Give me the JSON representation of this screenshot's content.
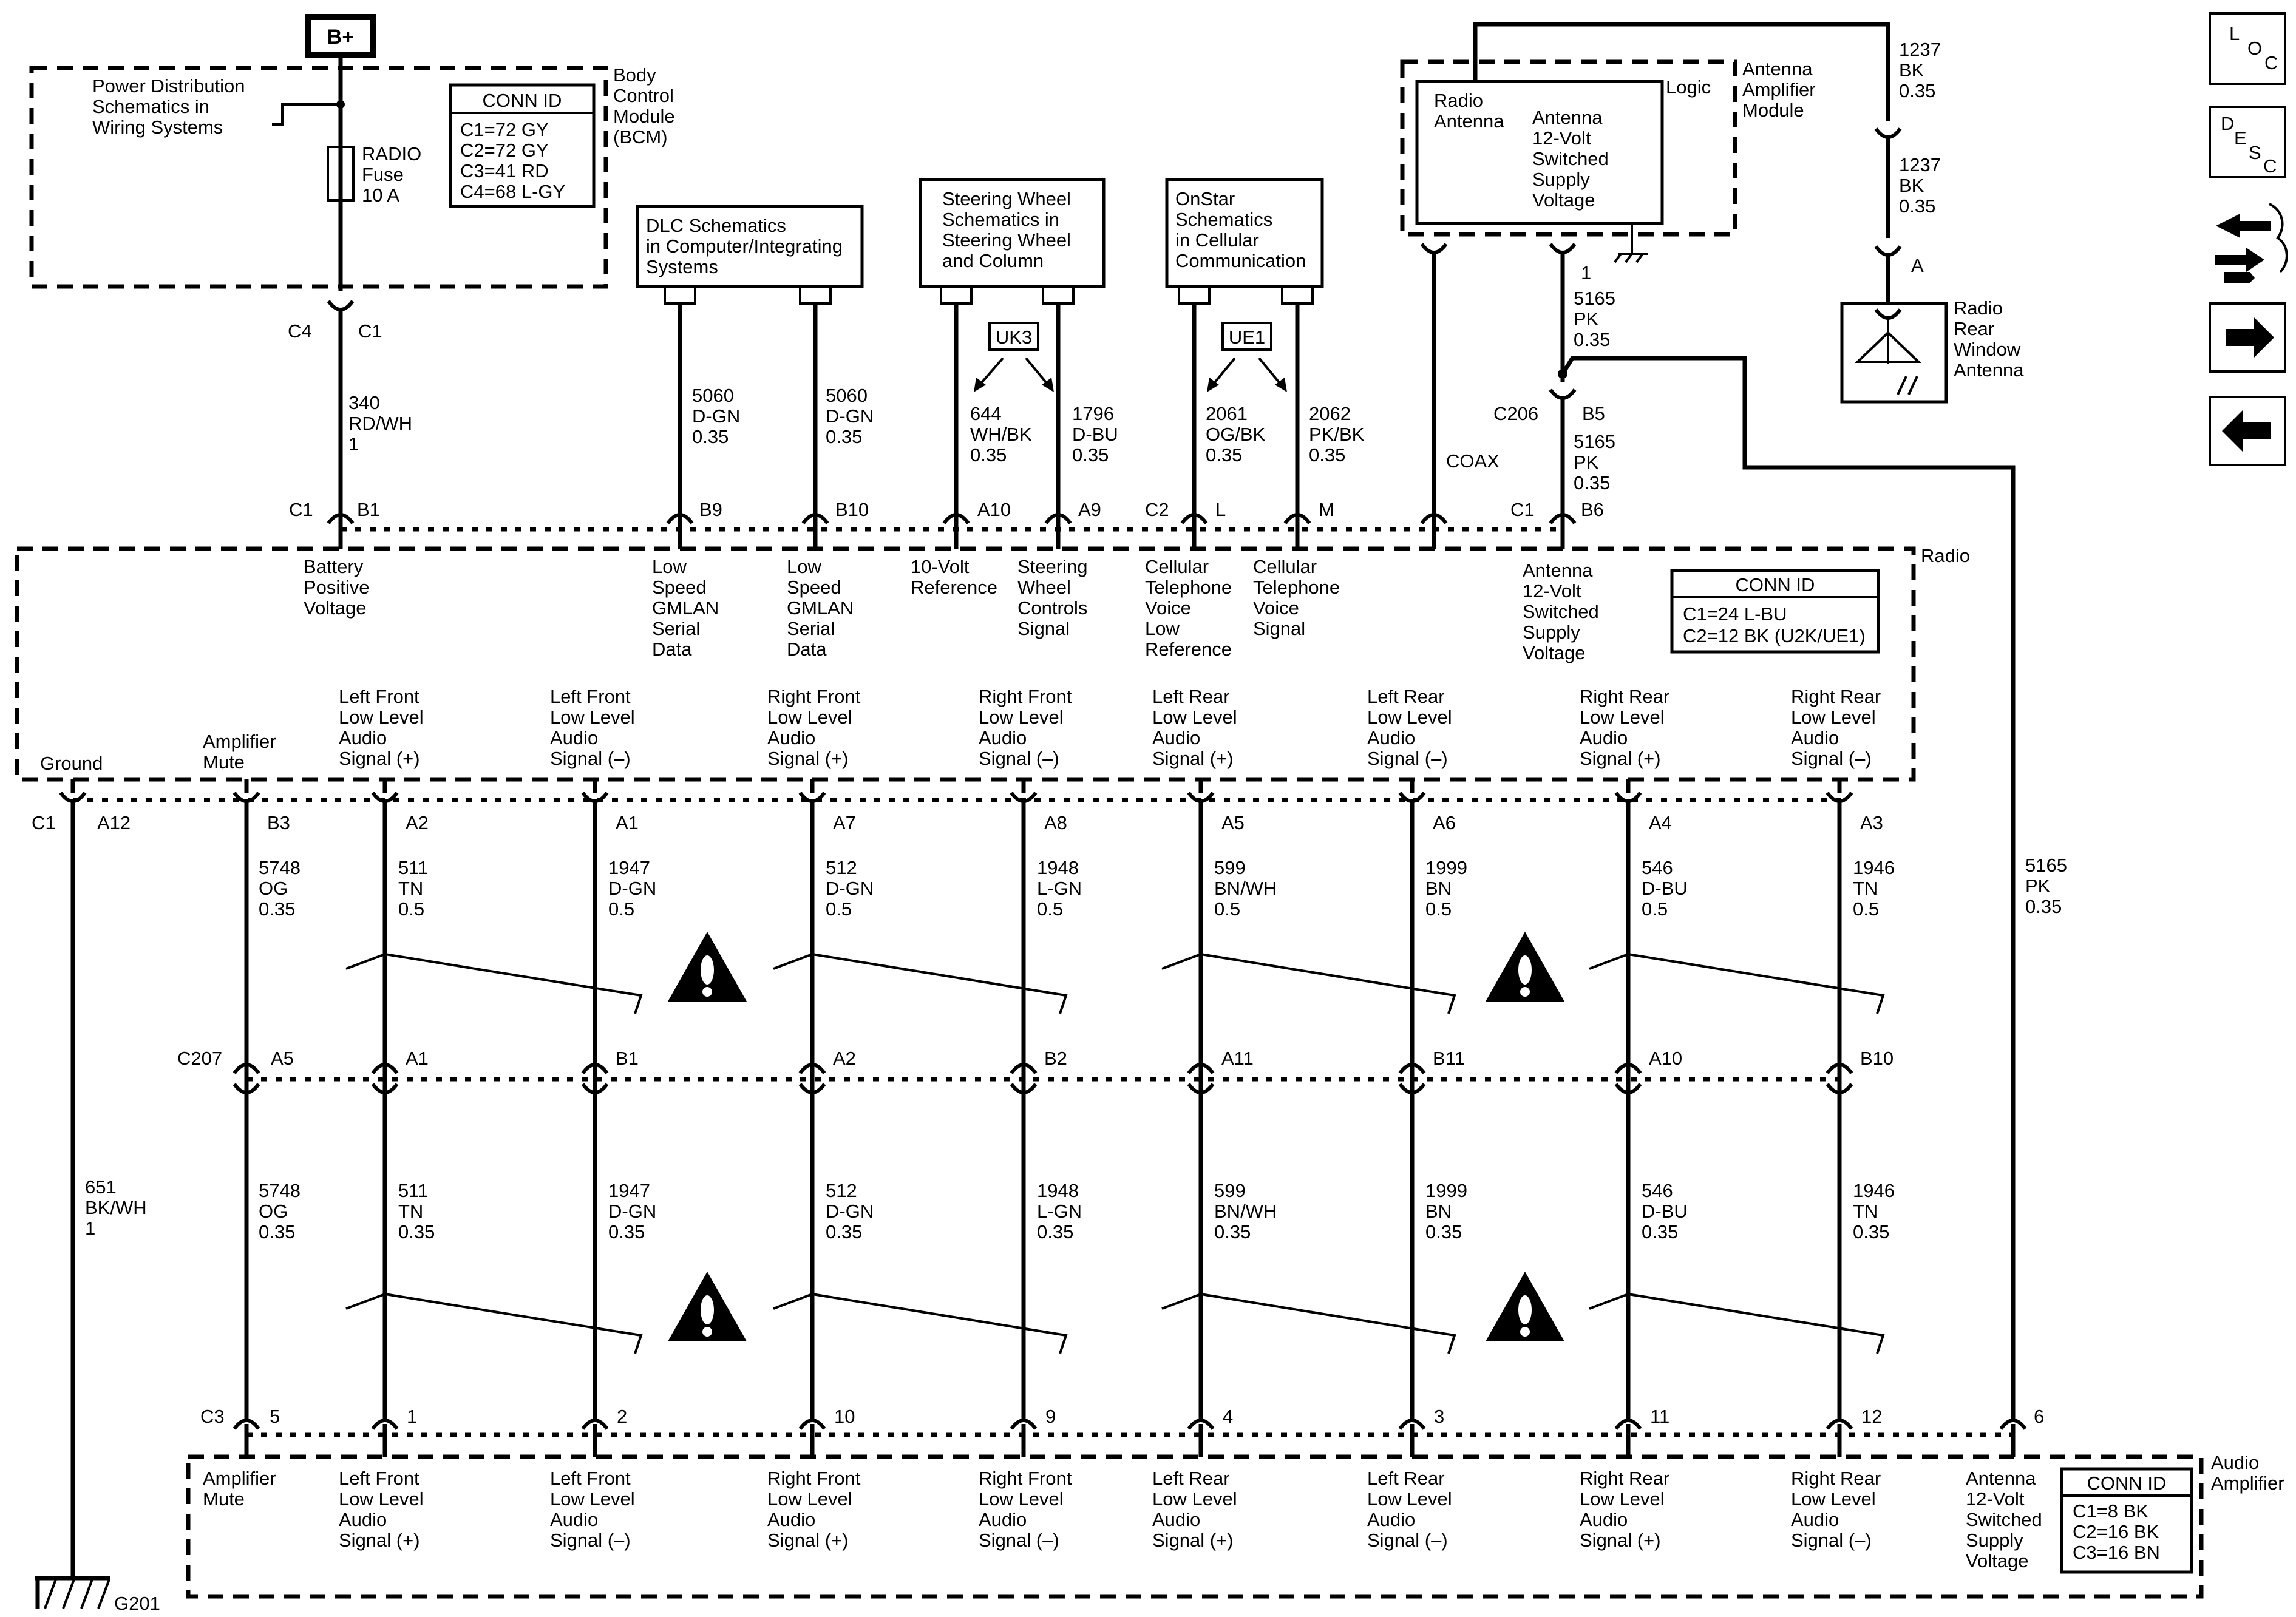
{
  "top_left": {
    "battery": "B+",
    "power_dist": [
      "Power Distribution",
      "Schematics in",
      "Wiring Systems"
    ],
    "fuse": [
      "RADIO",
      "Fuse",
      "10 A"
    ],
    "bcm": [
      "Body",
      "Control",
      "Module",
      "(BCM)"
    ],
    "conn_title": "CONN ID",
    "conn_lines": [
      "C1=72 GY",
      "C2=72 GY",
      "C3=41 RD",
      "C4=68 L-GY"
    ],
    "conn_c4": "C4",
    "conn_c1": "C1",
    "wire": [
      "340",
      "RD/WH",
      "1"
    ]
  },
  "ref_boxes": {
    "dlc": [
      "DLC Schematics",
      "in Computer/Integrating",
      "Systems"
    ],
    "steering": [
      "Steering Wheel",
      "Schematics in",
      "Steering Wheel",
      "and Column"
    ],
    "onstar": [
      "OnStar",
      "Schematics",
      "in Cellular",
      "Communication"
    ],
    "uk3": "UK3",
    "ue1": "UE1"
  },
  "upper_wires": [
    {
      "id": "w5060a",
      "label": [
        "5060",
        "D-GN",
        "0.35"
      ]
    },
    {
      "id": "w5060b",
      "label": [
        "5060",
        "D-GN",
        "0.35"
      ]
    },
    {
      "id": "w644",
      "label": [
        "644",
        "WH/BK",
        "0.35"
      ]
    },
    {
      "id": "w1796",
      "label": [
        "1796",
        "D-BU",
        "0.35"
      ]
    },
    {
      "id": "w2061",
      "label": [
        "2061",
        "OG/BK",
        "0.35"
      ]
    },
    {
      "id": "w2062",
      "label": [
        "2062",
        "PK/BK",
        "0.35"
      ]
    }
  ],
  "antenna": {
    "amp_module": [
      "Antenna",
      "Amplifier",
      "Module"
    ],
    "logic": "Logic",
    "radio_antenna": [
      "Radio",
      "Antenna"
    ],
    "supply": [
      "Antenna",
      "12-Volt",
      "Switched",
      "Supply",
      "Voltage"
    ],
    "coax": "COAX",
    "pin1": "1",
    "w5165_1": [
      "5165",
      "PK",
      "0.35"
    ],
    "c206": "C206",
    "b5": "B5",
    "w5165_2": [
      "5165",
      "PK",
      "0.35"
    ],
    "w1237_1": [
      "1237",
      "BK",
      "0.35"
    ],
    "w1237_2": [
      "1237",
      "BK",
      "0.35"
    ],
    "pinA": "A",
    "rear_antenna": [
      "Radio",
      "Rear",
      "Window",
      "Antenna"
    ],
    "w5165_long": [
      "5165",
      "PK",
      "0.35"
    ]
  },
  "radio": {
    "title": "Radio",
    "top_pins": [
      {
        "conn": "C1",
        "pin": "B1",
        "label": [
          "Battery",
          "Positive",
          "Voltage"
        ]
      },
      {
        "conn": "",
        "pin": "B9",
        "label": [
          "Low",
          "Speed",
          "GMLAN",
          "Serial",
          "Data"
        ]
      },
      {
        "conn": "",
        "pin": "B10",
        "label": [
          "Low",
          "Speed",
          "GMLAN",
          "Serial",
          "Data"
        ]
      },
      {
        "conn": "",
        "pin": "A10",
        "label": [
          "10-Volt",
          "Reference"
        ]
      },
      {
        "conn": "",
        "pin": "A9",
        "label": [
          "Steering",
          "Wheel",
          "Controls",
          "Signal"
        ]
      },
      {
        "conn": "C2",
        "pin": "L",
        "label": [
          "Cellular",
          "Telephone",
          "Voice",
          "Low",
          "Reference"
        ]
      },
      {
        "conn": "",
        "pin": "M",
        "label": [
          "Cellular",
          "Telephone",
          "Voice",
          "Signal"
        ]
      },
      {
        "conn": "C1",
        "pin": "B6",
        "label": [
          "Antenna",
          "12-Volt",
          "Switched",
          "Supply",
          "Voltage"
        ]
      }
    ],
    "conn_title": "CONN ID",
    "conn_lines": [
      "C1=24 L-BU",
      "C2=12 BK (U2K/UE1)"
    ],
    "ground_label": "Ground",
    "amp_mute_label": [
      "Amplifier",
      "Mute"
    ],
    "bottom_labels": [
      [
        "Left Front",
        "Low Level",
        "Audio",
        "Signal (+)"
      ],
      [
        "Left Front",
        "Low Level",
        "Audio",
        "Signal (–)"
      ],
      [
        "Right Front",
        "Low Level",
        "Audio",
        "Signal (+)"
      ],
      [
        "Right Front",
        "Low Level",
        "Audio",
        "Signal (–)"
      ],
      [
        "Left Rear",
        "Low Level",
        "Audio",
        "Signal (+)"
      ],
      [
        "Left Rear",
        "Low Level",
        "Audio",
        "Signal (–)"
      ],
      [
        "Right Rear",
        "Low Level",
        "Audio",
        "Signal (+)"
      ],
      [
        "Right Rear",
        "Low Level",
        "Audio",
        "Signal (–)"
      ]
    ],
    "c1": "C1",
    "ground_pin": "A12",
    "mute_pin": "B3"
  },
  "audio_wires": [
    {
      "radio_pin": "A2",
      "label": [
        "511",
        "TN",
        "0.5"
      ],
      "c207": "A1",
      "lower": [
        "511",
        "TN",
        "0.35"
      ],
      "amp_pin": "1"
    },
    {
      "radio_pin": "A1",
      "label": [
        "1947",
        "D-GN",
        "0.5"
      ],
      "c207": "B1",
      "lower": [
        "1947",
        "D-GN",
        "0.35"
      ],
      "amp_pin": "2"
    },
    {
      "radio_pin": "A7",
      "label": [
        "512",
        "D-GN",
        "0.5"
      ],
      "c207": "A2",
      "lower": [
        "512",
        "D-GN",
        "0.35"
      ],
      "amp_pin": "10"
    },
    {
      "radio_pin": "A8",
      "label": [
        "1948",
        "L-GN",
        "0.5"
      ],
      "c207": "B2",
      "lower": [
        "1948",
        "L-GN",
        "0.35"
      ],
      "amp_pin": "9"
    },
    {
      "radio_pin": "A5",
      "label": [
        "599",
        "BN/WH",
        "0.5"
      ],
      "c207": "A11",
      "lower": [
        "599",
        "BN/WH",
        "0.35"
      ],
      "amp_pin": "4"
    },
    {
      "radio_pin": "A6",
      "label": [
        "1999",
        "BN",
        "0.5"
      ],
      "c207": "B11",
      "lower": [
        "1999",
        "BN",
        "0.35"
      ],
      "amp_pin": "3"
    },
    {
      "radio_pin": "A4",
      "label": [
        "546",
        "D-BU",
        "0.5"
      ],
      "c207": "A10",
      "lower": [
        "546",
        "D-BU",
        "0.35"
      ],
      "amp_pin": "11"
    },
    {
      "radio_pin": "A3",
      "label": [
        "1946",
        "TN",
        "0.5"
      ],
      "c207": "B10",
      "lower": [
        "1946",
        "TN",
        "0.35"
      ],
      "amp_pin": "12"
    }
  ],
  "mute_wire": {
    "label": [
      "5748",
      "OG",
      "0.35"
    ],
    "c207": "A5",
    "lower": [
      "5748",
      "OG",
      "0.35"
    ],
    "amp_pin": "5"
  },
  "c207": "C207",
  "ground_wire": [
    "651",
    "BK/WH",
    "1"
  ],
  "ground_id": "G201",
  "amplifier": {
    "title": [
      "Audio",
      "Amplifier"
    ],
    "c3": "C3",
    "mute": [
      "Amplifier",
      "Mute"
    ],
    "antenna_pin": "6",
    "antenna_label": [
      "Antenna",
      "12-Volt",
      "Switched",
      "Supply",
      "Voltage"
    ],
    "conn_title": "CONN ID",
    "conn_lines": [
      "C1=8 BK",
      "C2=16 BK",
      "C3=16 BN"
    ]
  },
  "nav": {
    "loc": [
      "L",
      "O",
      "C"
    ],
    "desc": [
      "D",
      "E",
      "S",
      "C"
    ]
  }
}
